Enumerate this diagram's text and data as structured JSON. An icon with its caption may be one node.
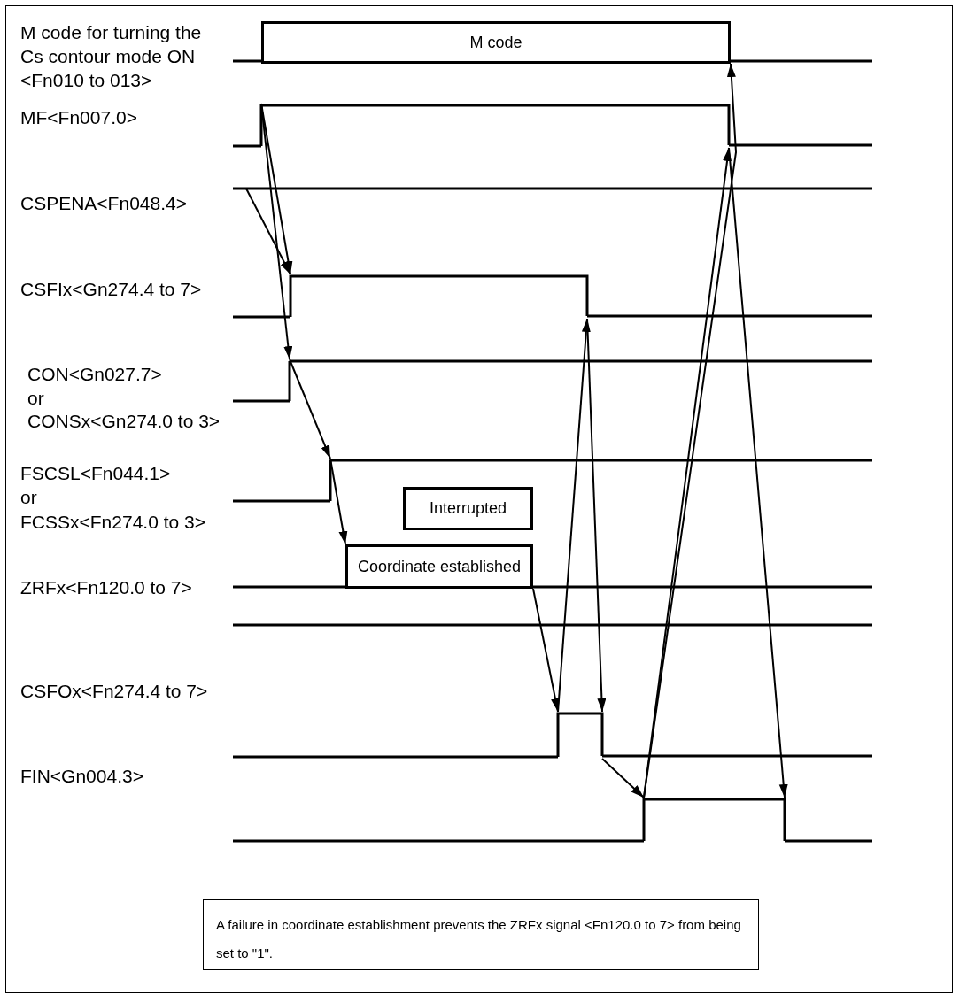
{
  "diagram": {
    "nodes": [
      {
        "text": [
          "M code"
        ]
      },
      {
        "text": [],
        "shape": "waveform"
      },
      {
        "text": [],
        "shape": "waveform"
      },
      {
        "text": [],
        "shape": "waveform"
      },
      {
        "text": [],
        "shape": "waveform"
      },
      {
        "text": [
          "Interrupted"
        ]
      },
      {
        "text": [
          "Coordinate established"
        ]
      },
      {
        "text": [],
        "shape": "waveform"
      },
      {
        "text": [],
        "shape": "waveform"
      },
      {
        "text": [
          "A failure in coordinate establishment prevents the ZRFx signal <Fn120.0 to 7> from being set to \"1\"."
        ]
      }
    ],
    "edges": [
      {
        "from": 1,
        "to": 2,
        "arrow": "to"
      },
      {
        "from": null,
        "to": 2,
        "arrow": "to"
      },
      {
        "from": 1,
        "to": 3,
        "arrow": "to"
      },
      {
        "from": 3,
        "to": 4,
        "arrow": "to"
      },
      {
        "from": 4,
        "to": 6,
        "arrow": "to"
      },
      {
        "from": 6,
        "to": 7,
        "arrow": "to"
      },
      {
        "from": 7,
        "to": 2,
        "arrow": "to"
      },
      {
        "from": 2,
        "to": 7,
        "arrow": "to"
      },
      {
        "from": 7,
        "to": 8,
        "arrow": "to"
      },
      {
        "from": 8,
        "to": 0,
        "arrow": "to"
      },
      {
        "from": 8,
        "to": 1,
        "arrow": "to"
      },
      {
        "from": 1,
        "to": 8,
        "arrow": "to"
      }
    ],
    "labels": [
      "M code for turning the Cs contour mode ON <Fn010 to 013>",
      "MF<Fn007.0>",
      "CSPENA<Fn048.4>",
      "CSFIx<Gn274.4 to 7>",
      "CON<Gn027.7>",
      "or",
      "CONSx<Gn274.0 to 3>",
      "FSCSL<Fn044.1>",
      "or",
      "FCSSx<Fn274.0 to 3>",
      "ZRFx<Fn120.0 to 7>",
      "CSFOx<Fn274.4 to 7>",
      "FIN<Gn004.3>"
    ]
  }
}
